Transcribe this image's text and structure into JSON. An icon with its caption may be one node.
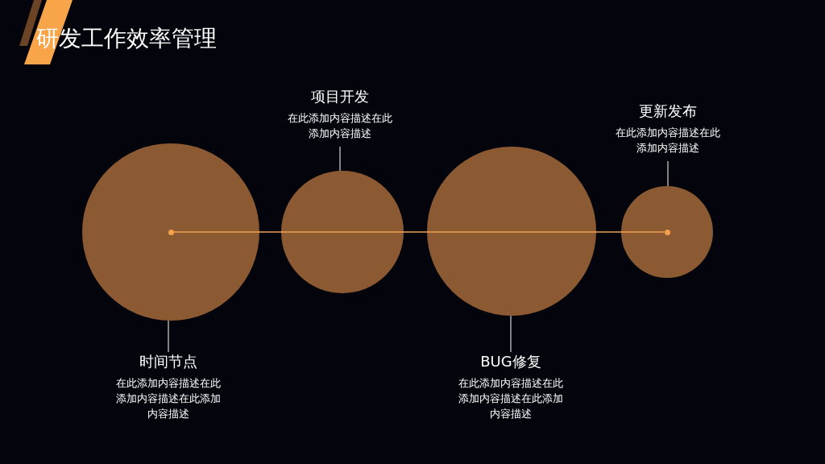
{
  "diagram": {
    "title": "研发工作效率管理",
    "nodes": [
      {
        "text": [],
        "shape": "circle"
      },
      {
        "text": [],
        "shape": "circle",
        "in": 0
      },
      {
        "text": [],
        "shape": "circle"
      },
      {
        "text": [],
        "shape": "circle"
      },
      {
        "text": [],
        "shape": "circle"
      },
      {
        "text": [],
        "shape": "circle",
        "in": 4
      },
      {
        "text": [
          "项目开发",
          "在此添加内容描述在此添加内容描述"
        ]
      },
      {
        "text": [
          "更新发布",
          "在此添加内容描述在此添加内容描述"
        ]
      },
      {
        "text": [
          "时间节点",
          "在此添加内容描述在此添加内容描述在此添加内容描述"
        ]
      },
      {
        "text": [
          "BUG修复",
          "在此添加内容描述在此添加内容描述在此添加内容描述"
        ]
      }
    ],
    "edges": [
      {
        "from": 1,
        "to": 2,
        "arrow": "none",
        "color": "#f0a050"
      },
      {
        "from": 2,
        "to": 3,
        "arrow": "none",
        "color": "#f0a050"
      },
      {
        "from": 3,
        "to": 5,
        "arrow": "none",
        "color": "#f0a050"
      },
      {
        "from": 6,
        "to": 2,
        "arrow": "none"
      },
      {
        "from": 7,
        "to": 4,
        "arrow": "none"
      },
      {
        "from": 8,
        "to": 0,
        "arrow": "none"
      },
      {
        "from": 9,
        "to": 3,
        "arrow": "none"
      }
    ]
  }
}
